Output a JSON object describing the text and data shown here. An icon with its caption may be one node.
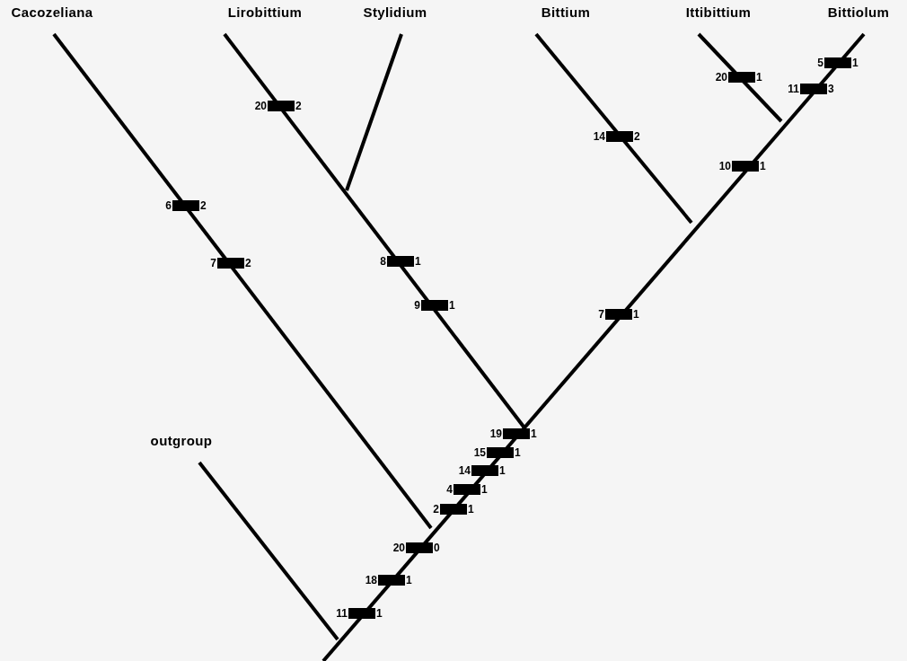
{
  "diagram": {
    "labels": [
      "Cacozeliana",
      "Lirobittium",
      "Stylidium",
      "Bittium",
      "Ittibittium",
      "Bittiolum",
      "5",
      "1",
      "20",
      "1",
      "11",
      "3",
      "20",
      "2",
      "14",
      "2",
      "10",
      "1",
      "6",
      "2",
      "7",
      "2",
      "8",
      "1",
      "9",
      "1",
      "7",
      "1",
      "19",
      "1",
      "outgroup",
      "15",
      "1",
      "14",
      "1",
      "4",
      "1",
      "2",
      "1",
      "20",
      "0",
      "18",
      "1",
      "11",
      "1"
    ]
  }
}
